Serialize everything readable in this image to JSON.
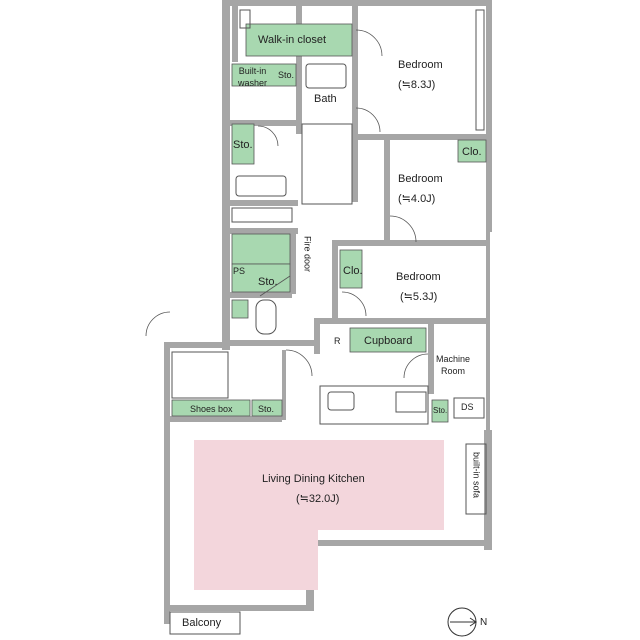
{
  "rooms": {
    "walk_in_closet": "Walk-in closet",
    "bedroom_1": {
      "name": "Bedroom",
      "size": "(≒8.3J)"
    },
    "bedroom_2": {
      "name": "Bedroom",
      "size": "(≒4.0J)"
    },
    "bedroom_3": {
      "name": "Bedroom",
      "size": "(≒5.3J)"
    },
    "builtin_washer": "Built-in\nwasher",
    "sto_washer": "Sto.",
    "bath": "Bath",
    "sto_hall": "Sto.",
    "clo_1": "Clo.",
    "clo_2": "Clo.",
    "ps": "PS",
    "sto_mid": "Sto.",
    "fire_door": "Fire door",
    "r_mark": "R",
    "cupboard": "Cupboard",
    "machine_room": "Machine\nRoom",
    "shoes_box": "Shoes box",
    "sto_entry": "Sto.",
    "sto_kitchen": "Sto.",
    "ds": "DS",
    "ldk": {
      "name": "Living Dining Kitchen",
      "size": "(≒32.0J)"
    },
    "builtin_sofa": "built-in sofa",
    "balcony": "Balcony"
  },
  "compass": {
    "label": "N"
  },
  "colors": {
    "wall": "#a6a6a6",
    "storage": "#a8d8b0",
    "ldk": "#f3d6dc",
    "floor": "#ffffff",
    "line": "#555555"
  }
}
